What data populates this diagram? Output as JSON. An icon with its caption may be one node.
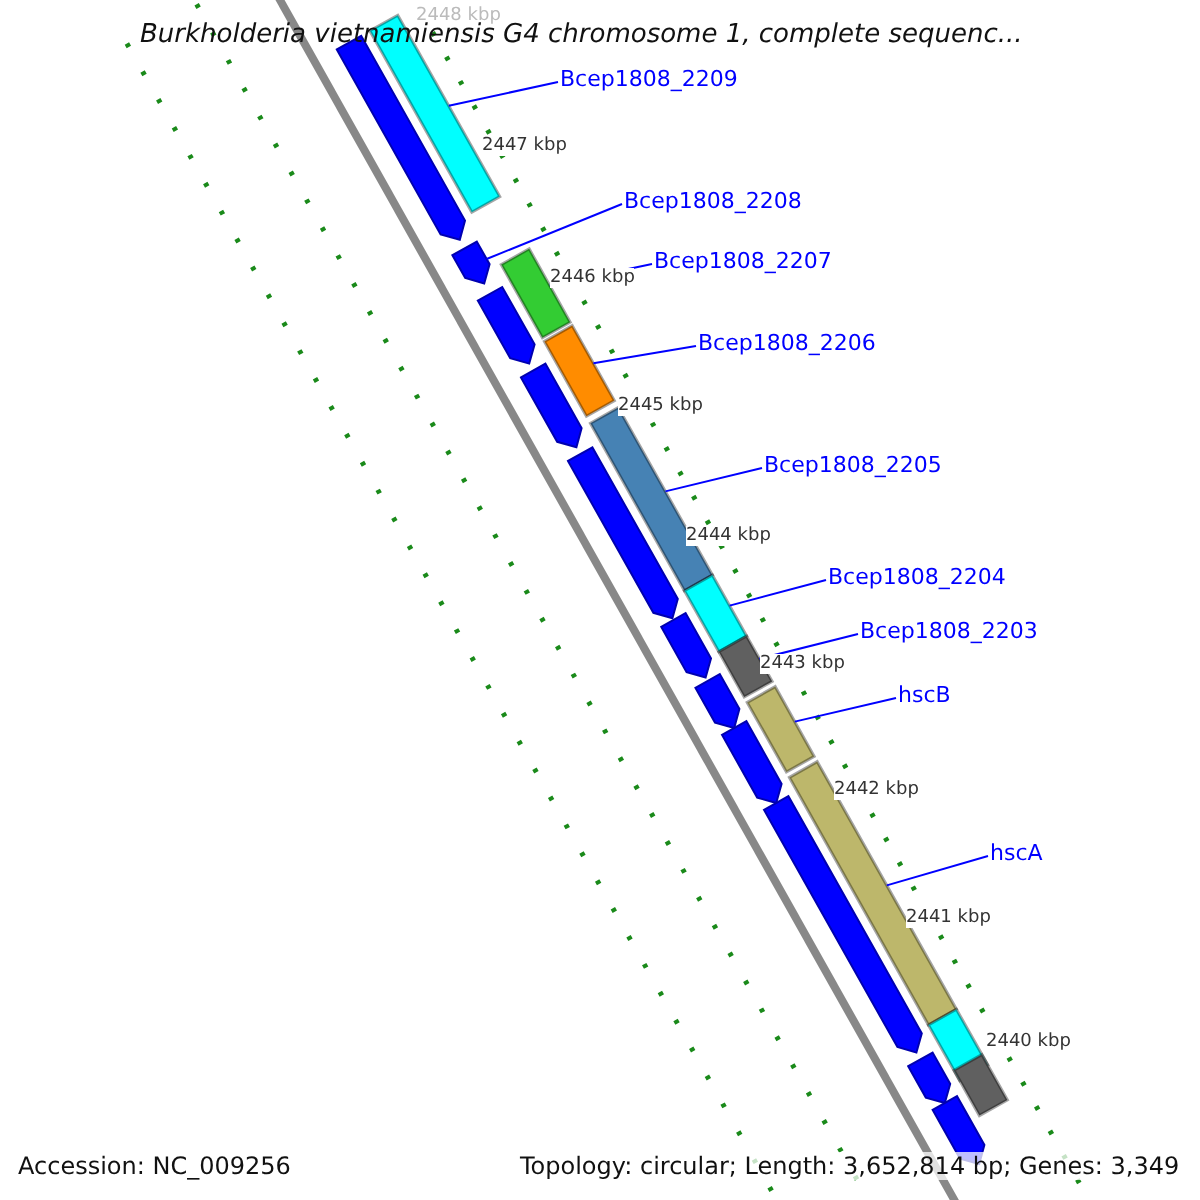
{
  "diagram": {
    "title": "Burkholderia vietnamiensis G4 chromosome 1, complete sequenc...",
    "nodes": [
      {
        "text": [
          "Bcep1808_2209"
        ]
      },
      {
        "text": [
          "Bcep1808_2208"
        ]
      },
      {
        "text": [
          "Bcep1808_2207"
        ]
      },
      {
        "text": [
          "Bcep1808_2206"
        ]
      },
      {
        "text": [
          "Bcep1808_2205"
        ]
      },
      {
        "text": [
          "Bcep1808_2204"
        ]
      },
      {
        "text": [
          "Bcep1808_2203"
        ]
      },
      {
        "text": [
          "hscB"
        ]
      },
      {
        "text": [
          "hscA"
        ]
      },
      {
        "text": [],
        "shape": "bar"
      },
      {
        "text": [],
        "shape": "arrow"
      },
      {
        "text": [],
        "shape": "arrow"
      },
      {
        "text": [],
        "shape": "bar"
      },
      {
        "text": [],
        "shape": "arrow"
      },
      {
        "text": [],
        "shape": "bar"
      },
      {
        "text": [],
        "shape": "arrow"
      },
      {
        "text": [],
        "shape": "bar"
      },
      {
        "text": [],
        "shape": "arrow"
      },
      {
        "text": [],
        "shape": "bar"
      },
      {
        "text": [],
        "shape": "arrow"
      },
      {
        "text": [],
        "shape": "bar"
      },
      {
        "text": [],
        "shape": "arrow"
      },
      {
        "text": [],
        "shape": "bar"
      },
      {
        "text": [],
        "shape": "arrow"
      },
      {
        "text": [],
        "shape": "bar"
      },
      {
        "text": [],
        "shape": "arrow"
      },
      {
        "text": [],
        "shape": "bar"
      },
      {
        "text": [],
        "shape": "arrow"
      },
      {
        "text": [],
        "shape": "bar"
      },
      {
        "text": [],
        "shape": "arrow"
      }
    ],
    "edges": [
      {
        "from": 0,
        "to": 9,
        "arrow": "none"
      },
      {
        "from": 1,
        "to": 11,
        "arrow": "none"
      },
      {
        "from": 2,
        "to": 12,
        "arrow": "none"
      },
      {
        "from": 3,
        "to": 14,
        "arrow": "none"
      },
      {
        "from": 4,
        "to": 16,
        "arrow": "none"
      },
      {
        "from": 5,
        "to": 18,
        "arrow": "none"
      },
      {
        "from": 6,
        "to": 20,
        "arrow": "none"
      },
      {
        "from": 7,
        "to": 22,
        "arrow": "none"
      },
      {
        "from": 8,
        "to": 24,
        "arrow": "none"
      }
    ],
    "labels": [
      "2448 kbp",
      "2447 kbp",
      "2446 kbp",
      "2445 kbp",
      "2444 kbp",
      "2443 kbp",
      "2442 kbp",
      "2441 kbp",
      "2440 kbp",
      "Accession: NC_009256",
      "Topology: circular; Length: 3,652,814 bp; Genes: 3,349"
    ]
  }
}
